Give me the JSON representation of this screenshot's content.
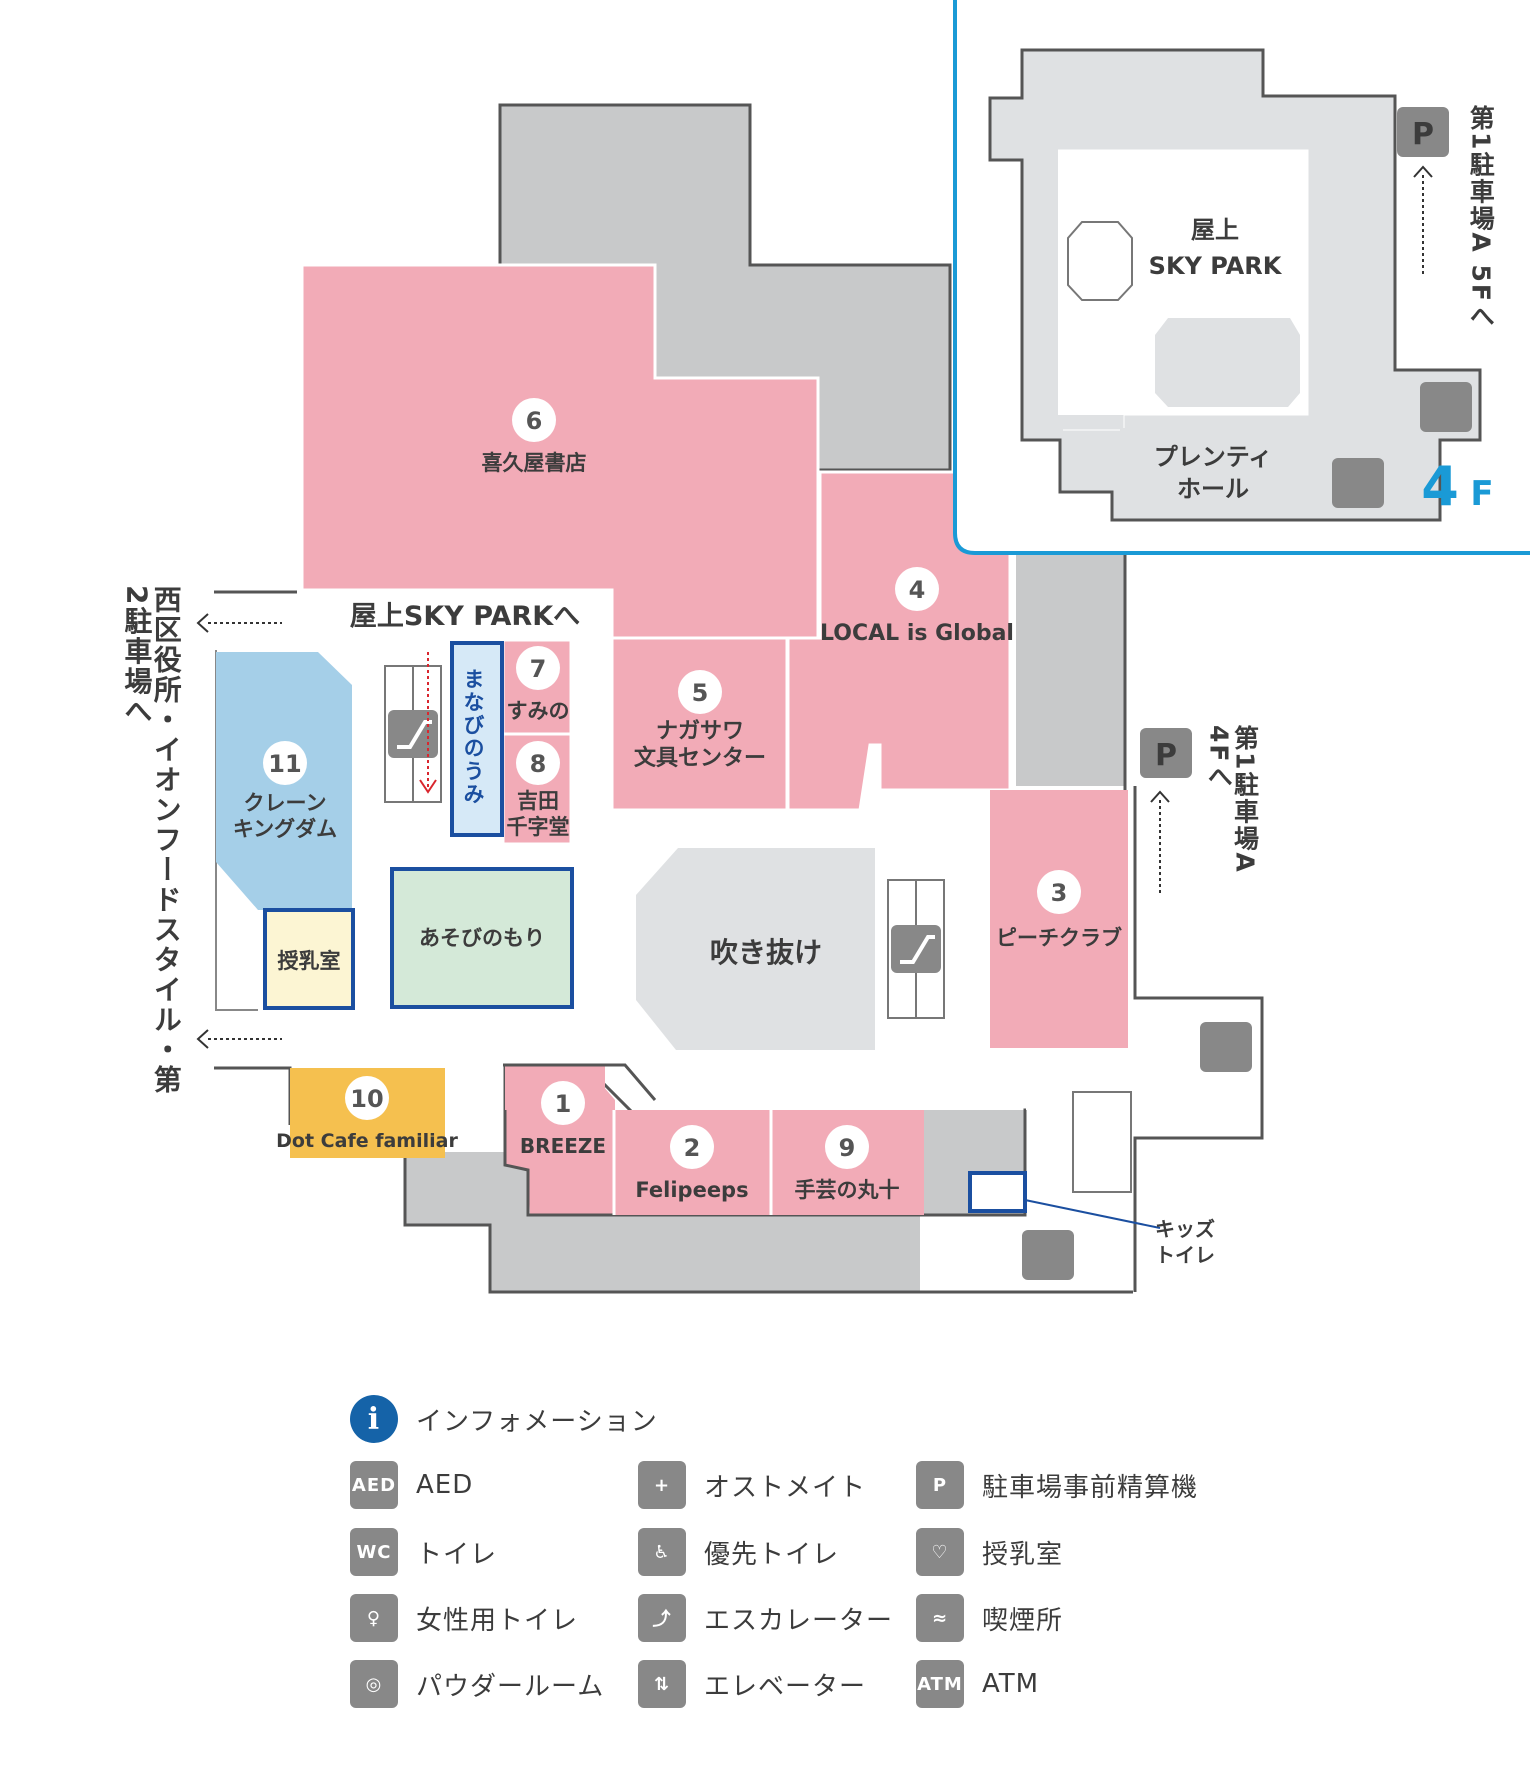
{
  "floor_inset": {
    "floor_number": "4",
    "floor_suffix": "F",
    "rooftop_line1": "屋上",
    "rooftop_line2": "SKY PARK",
    "hall_line1": "プレンティ",
    "hall_line2": "ホール",
    "parking_note": "第1駐車場A 5Fへ"
  },
  "stores": [
    {
      "id": "1",
      "name": "BREEZE"
    },
    {
      "id": "2",
      "name": "Felipeeps"
    },
    {
      "id": "3",
      "name": "ピーチクラブ"
    },
    {
      "id": "4",
      "name": "LOCAL is Global"
    },
    {
      "id": "5",
      "name": "ナガサワ",
      "name2": "文具センター"
    },
    {
      "id": "6",
      "name": "喜久屋書店"
    },
    {
      "id": "7",
      "name": "すみの"
    },
    {
      "id": "8",
      "name": "吉田",
      "name2": "千字堂"
    },
    {
      "id": "9",
      "name": "手芸の丸十"
    },
    {
      "id": "10",
      "name": "Dot Cafe familiar"
    },
    {
      "id": "11",
      "name": "クレーン",
      "name2": "キングダム"
    }
  ],
  "areas": {
    "atrium": "吹き抜け",
    "play_forest": "あそびのもり",
    "learning_sea": "まなびのうみ",
    "nursing_room": "授乳室",
    "kids_toilet": "キッズトイレ",
    "kids_toilet_line1": "キッズ",
    "kids_toilet_line2": "トイレ",
    "sky_park_direction": "屋上SKY PARKへ"
  },
  "directions": {
    "left_exit": "西区役所・イオンフードスタイル・第2駐車場へ",
    "right_parking": "第1駐車場A 4Fへ"
  },
  "legend": [
    {
      "icon": "information-icon",
      "label": "インフォメーション"
    },
    {
      "icon": "aed-icon",
      "label": "AED"
    },
    {
      "icon": "ostomate-icon",
      "label": "オストメイト"
    },
    {
      "icon": "parking-payment-icon",
      "label": "駐車場事前精算機"
    },
    {
      "icon": "toilet-icon",
      "label": "トイレ"
    },
    {
      "icon": "accessible-toilet-icon",
      "label": "優先トイレ"
    },
    {
      "icon": "nursing-room-icon",
      "label": "授乳室"
    },
    {
      "icon": "womens-toilet-icon",
      "label": "女性用トイレ"
    },
    {
      "icon": "escalator-icon",
      "label": "エスカレーター"
    },
    {
      "icon": "smoking-icon",
      "label": "喫煙所"
    },
    {
      "icon": "powder-room-icon",
      "label": "パウダールーム"
    },
    {
      "icon": "elevator-icon",
      "label": "エレベーター"
    },
    {
      "icon": "atm-icon",
      "label": "ATM"
    }
  ],
  "colors": {
    "store_pink": "#f2abb7",
    "back_gray": "#c8c9ca",
    "floor_light": "#dfe1e3",
    "amusement_blue": "#a5cfe8",
    "play_green": "#d4e9d8",
    "nursing_yellow": "#fcf5d3",
    "cafe_orange": "#f5c04f",
    "accent_blue": "#1a9ad6",
    "navy": "#1b4fa0",
    "red": "#d9262e"
  }
}
